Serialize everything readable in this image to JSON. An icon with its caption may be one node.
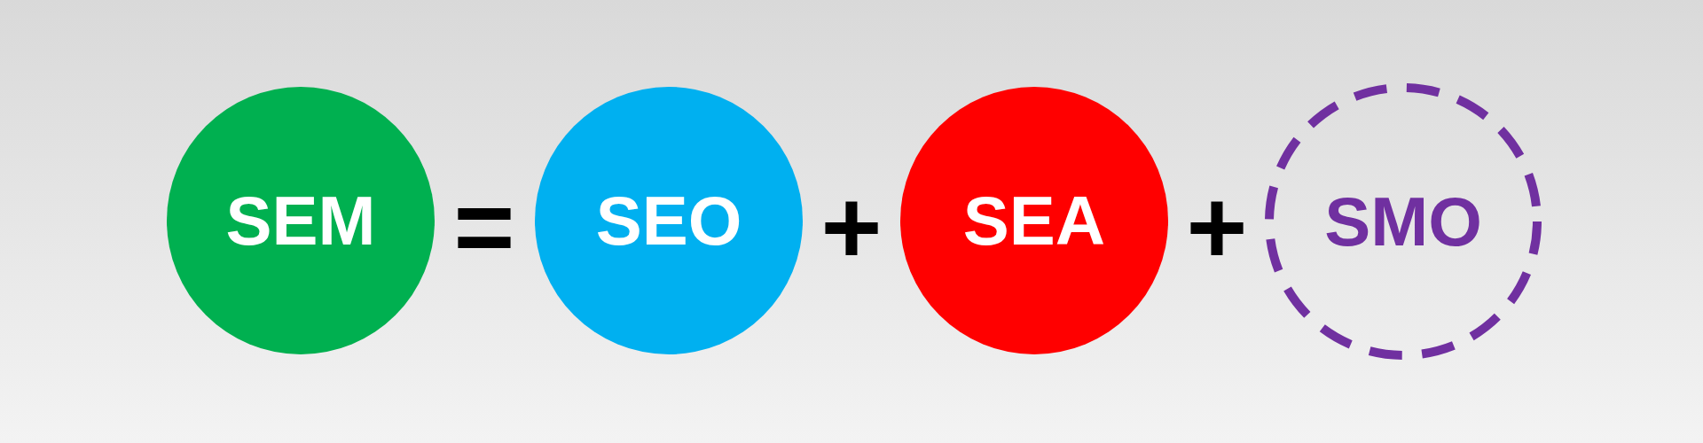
{
  "diagram": {
    "nodes": [
      {
        "text": [
          "SEM"
        ]
      },
      {
        "text": [
          "SEO"
        ]
      },
      {
        "text": [
          "SEA"
        ]
      },
      {
        "text": [
          "SMO"
        ]
      }
    ],
    "labels": [
      "=",
      "+",
      "+"
    ]
  }
}
